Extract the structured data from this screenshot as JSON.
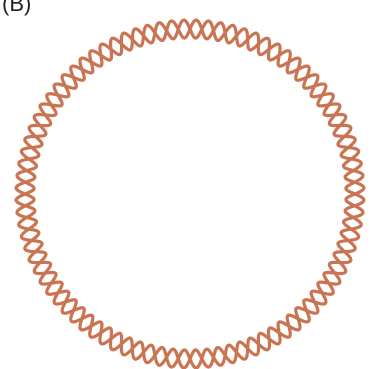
{
  "panel": {
    "label": "(B)"
  },
  "colors": {
    "strand": "#c97452",
    "background": "#ffffff"
  },
  "helix": {
    "description_shape": "circular-double-helix",
    "turns": 44
  }
}
